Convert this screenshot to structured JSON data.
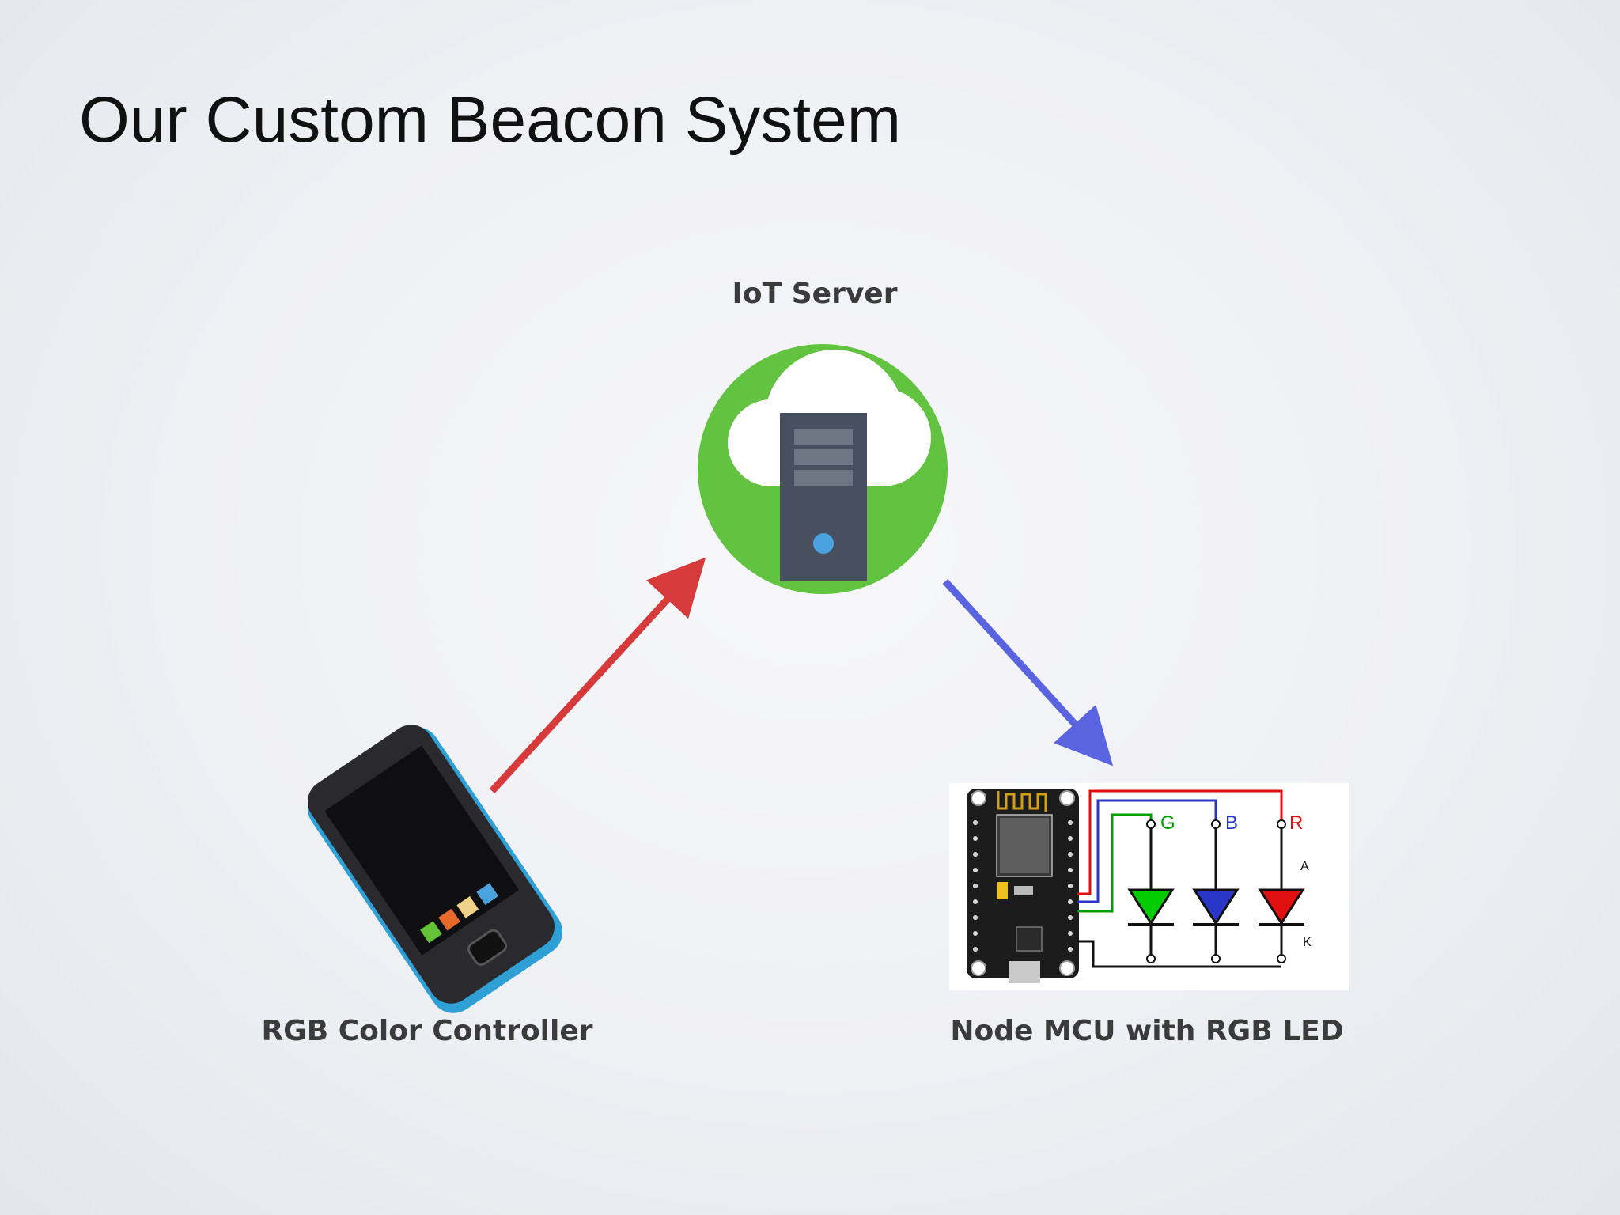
{
  "slide": {
    "title": "Our Custom Beacon System"
  },
  "nodes": {
    "server": {
      "label": "IoT Server",
      "icon": "cloud-server-icon",
      "color": "#62c341"
    },
    "phone": {
      "label": "RGB Color Controller",
      "icon": "smartphone-icon"
    },
    "mcu": {
      "label": "Node MCU with RGB LED",
      "icon": "nodemcu-rgb-circuit-icon"
    }
  },
  "circuit": {
    "pin_g": "G",
    "pin_b": "B",
    "pin_r": "R",
    "anode": "A",
    "cathode": "K",
    "colors": {
      "g": "#00cc00",
      "b": "#2a36c8",
      "r": "#e01010"
    }
  },
  "arrows": {
    "phone_to_server": {
      "color": "#d63a3a"
    },
    "server_to_mcu": {
      "color": "#5a63e0"
    }
  }
}
